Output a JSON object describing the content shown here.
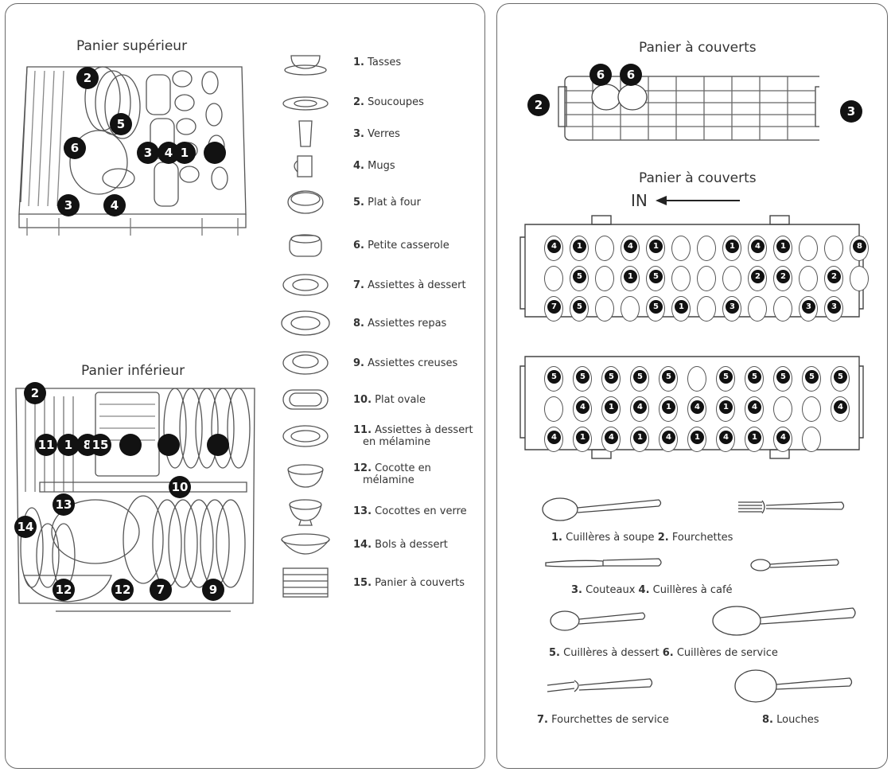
{
  "left": {
    "upper_title": "Panier supérieur",
    "lower_title": "Panier inférieur",
    "upper_badges": [
      "2",
      "5",
      "6",
      "3",
      "4",
      "1",
      "3",
      "4"
    ],
    "lower_badges": [
      "2",
      "11",
      "8",
      "15",
      "1",
      "7",
      "10",
      "13",
      "14",
      "12",
      "12",
      "7",
      "9"
    ],
    "legend": [
      {
        "num": "1.",
        "label": "Tasses",
        "icon": "cup-saucer-icon"
      },
      {
        "num": "2.",
        "label": "Soucoupes",
        "icon": "saucer-icon"
      },
      {
        "num": "3.",
        "label": "Verres",
        "icon": "glass-icon"
      },
      {
        "num": "4.",
        "label": "Mugs",
        "icon": "mug-icon"
      },
      {
        "num": "5.",
        "label": "Plat à four",
        "icon": "oven-dish-icon"
      },
      {
        "num": "6.",
        "label": "Petite casserole",
        "icon": "saucepan-icon"
      },
      {
        "num": "7.",
        "label": "Assiettes à dessert",
        "icon": "dessert-plate-icon"
      },
      {
        "num": "8.",
        "label": "Assiettes repas",
        "icon": "dinner-plate-icon"
      },
      {
        "num": "9.",
        "label": "Assiettes creuses",
        "icon": "soup-plate-icon"
      },
      {
        "num": "10.",
        "label": "Plat ovale",
        "icon": "oval-dish-icon"
      },
      {
        "num": "11.",
        "label": "Assiettes à dessert",
        "label2": "en mélamine",
        "icon": "melamine-plate-icon"
      },
      {
        "num": "12.",
        "label": "Cocotte en",
        "label2": "mélamine",
        "icon": "melamine-bowl-icon"
      },
      {
        "num": "13.",
        "label": "Cocottes en verre",
        "icon": "glass-bowl-icon"
      },
      {
        "num": "14.",
        "label": "Bols à dessert",
        "icon": "dessert-bowl-icon"
      },
      {
        "num": "15.",
        "label": "Panier à couverts",
        "icon": "cutlery-basket-icon"
      }
    ]
  },
  "right": {
    "basket_title_1": "Panier à couverts",
    "basket_title_2": "Panier à couverts",
    "in_label": "IN",
    "side_badges": {
      "left": "2",
      "top_a": "6",
      "top_b": "6",
      "right": "3"
    },
    "tray1": {
      "row1": [
        "4",
        "1",
        "",
        "4",
        "1",
        "",
        "",
        "1",
        "4",
        "1",
        "",
        "",
        "8"
      ],
      "row2": [
        "",
        "5",
        "",
        "1",
        "5",
        "",
        "",
        "",
        "2",
        "2",
        "",
        "2",
        ""
      ],
      "row3": [
        "7",
        "5",
        "",
        "",
        "5",
        "1",
        "",
        "3",
        "",
        "",
        "3",
        "3"
      ]
    },
    "tray2": {
      "row1": [
        "5",
        "5",
        "5",
        "5",
        "5",
        "",
        "5",
        "5",
        "5",
        "5",
        "5"
      ],
      "row2": [
        "",
        "4",
        "1",
        "4",
        "1",
        "4",
        "1",
        "4",
        "",
        "",
        "4"
      ],
      "row3": [
        "4",
        "1",
        "4",
        "1",
        "4",
        "1",
        "4",
        "1",
        "4",
        ""
      ]
    },
    "captions": {
      "c1": {
        "n1": "1.",
        "t1": "Cuillères à soupe",
        "n2": "2.",
        "t2": "Fourchettes"
      },
      "c2": {
        "n1": "3.",
        "t1": "Couteaux",
        "n2": "4.",
        "t2": "Cuillères à café"
      },
      "c3": {
        "n1": "5.",
        "t1": "Cuillères à dessert",
        "n2": "6.",
        "t2": "Cuillères de service"
      },
      "c4": {
        "n1": "7.",
        "t1": "Fourchettes de service"
      },
      "c5": {
        "n1": "8.",
        "t1": "Louches"
      }
    }
  }
}
